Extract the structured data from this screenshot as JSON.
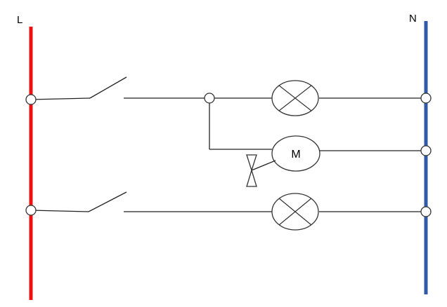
{
  "labels": {
    "line": "L",
    "neutral": "N",
    "motor": "M"
  },
  "colors": {
    "line_rail": "#ee1111",
    "neutral_rail": "#2e5aa8",
    "wire": "#222222",
    "node_stroke": "#333333"
  },
  "components": [
    {
      "kind": "switch",
      "circuit": 1,
      "state": "open"
    },
    {
      "kind": "lamp",
      "circuit": 1
    },
    {
      "kind": "motor",
      "circuit": 1
    },
    {
      "kind": "valve",
      "circuit": 1
    },
    {
      "kind": "switch",
      "circuit": 2,
      "state": "open"
    },
    {
      "kind": "lamp",
      "circuit": 2
    }
  ]
}
